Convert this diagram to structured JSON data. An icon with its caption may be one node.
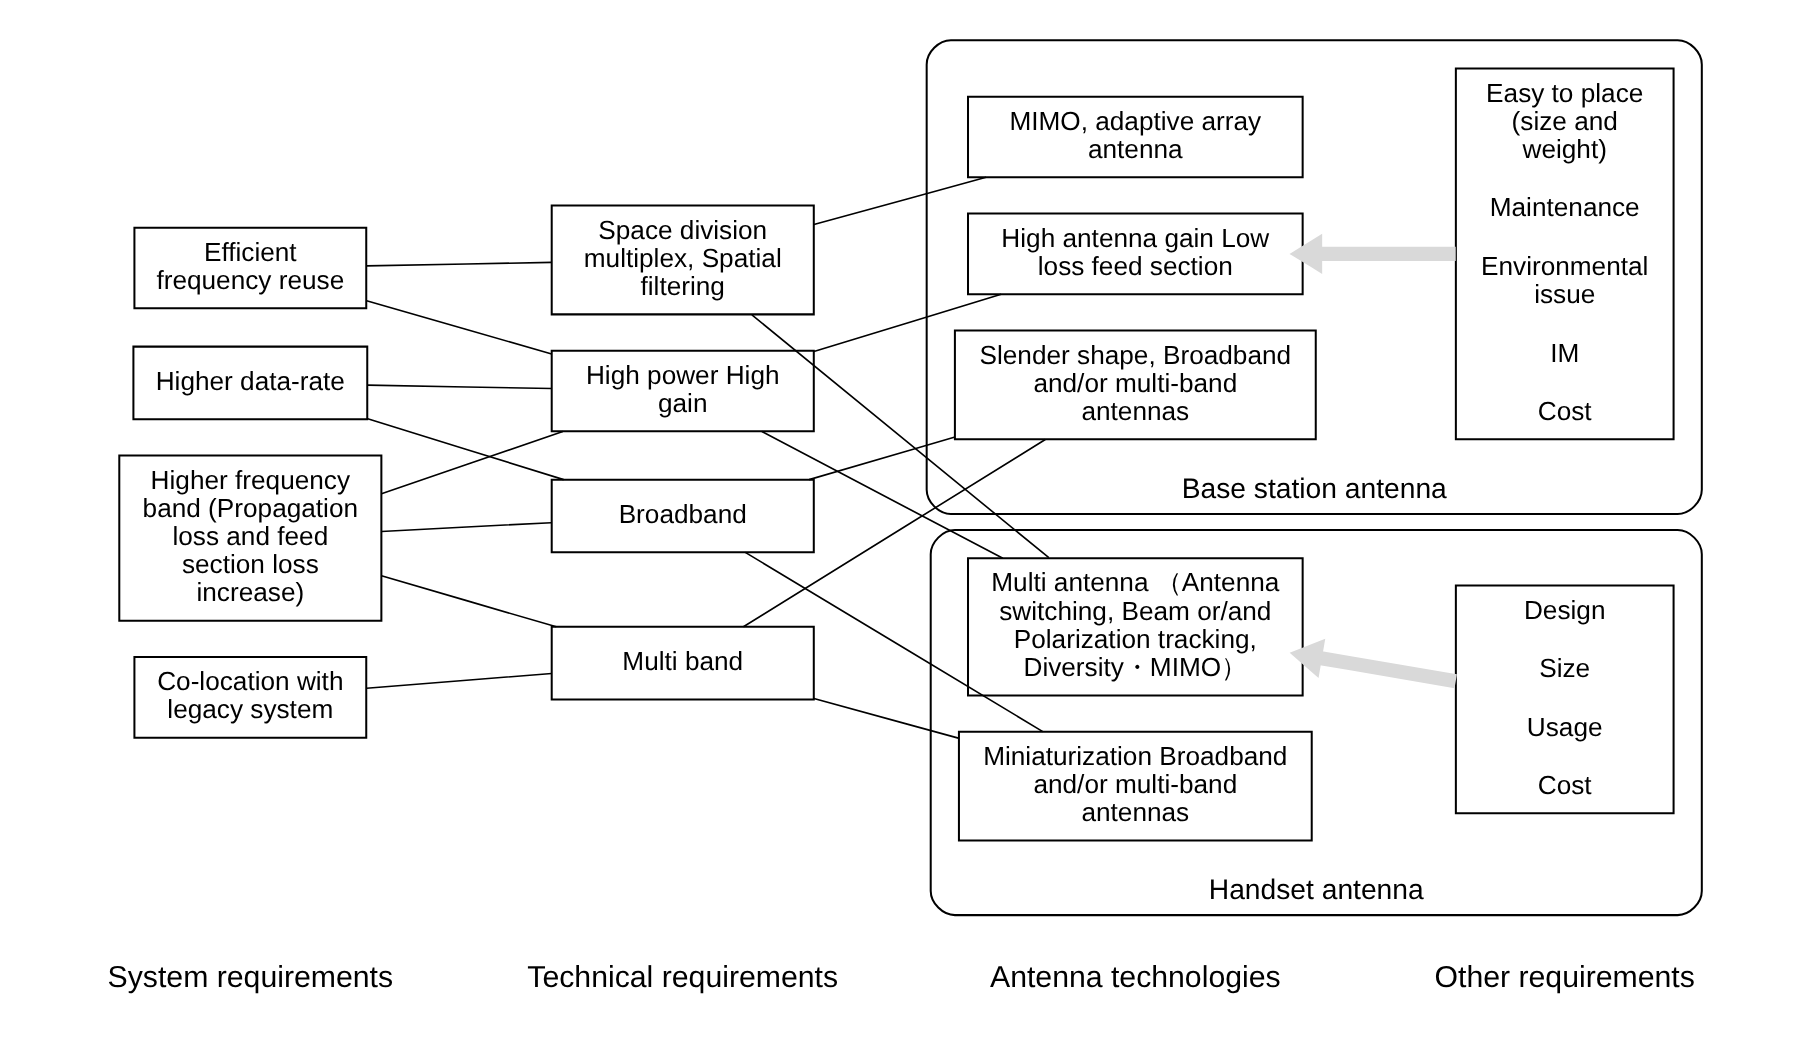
{
  "diagram": {
    "nodes": [
      {
        "text": [
          "Efficient frequency reuse"
        ]
      },
      {
        "text": [
          "Higher data-rate"
        ]
      },
      {
        "text": [
          "Higher frequency band (Propagation loss and feed section loss increase)"
        ]
      },
      {
        "text": [
          "Co-location with legacy system"
        ]
      },
      {
        "text": [
          "Space division multiplex, Spatial filtering"
        ]
      },
      {
        "text": [
          "High power High gain"
        ]
      },
      {
        "text": [
          "Broadband"
        ]
      },
      {
        "text": [
          "Multi band"
        ]
      },
      {
        "text": [
          "Base station antenna"
        ]
      },
      {
        "text": [
          "MIMO, adaptive array antenna"
        ],
        "in": 8
      },
      {
        "text": [
          "High antenna gain Low loss feed section"
        ],
        "in": 8
      },
      {
        "text": [
          "Slender shape, Broadband and/or multi-band antennas"
        ],
        "in": 8
      },
      {
        "text": [
          "Easy to place (size and weight)",
          "Maintenance",
          "Environmental issue",
          "IM",
          "Cost"
        ],
        "in": 8
      },
      {
        "text": [
          "Handset antenna"
        ]
      },
      {
        "text": [
          "Multi antenna （Antenna switching, Beam or/and Polarization tracking, Diversity・MIMO）"
        ],
        "in": 13
      },
      {
        "text": [
          "Miniaturization Broadband and/or multi-band antennas"
        ],
        "in": 13
      },
      {
        "text": [
          "Design",
          "Size",
          "Usage",
          "Cost"
        ],
        "in": 13
      }
    ],
    "edges": [
      {
        "from": 0,
        "to": 4,
        "arrow": "none"
      },
      {
        "from": 0,
        "to": 5,
        "arrow": "none"
      },
      {
        "from": 1,
        "to": 5,
        "arrow": "none"
      },
      {
        "from": 1,
        "to": 6,
        "arrow": "none"
      },
      {
        "from": 2,
        "to": 5,
        "arrow": "none"
      },
      {
        "from": 2,
        "to": 6,
        "arrow": "none"
      },
      {
        "from": 2,
        "to": 7,
        "arrow": "none"
      },
      {
        "from": 3,
        "to": 7,
        "arrow": "none"
      },
      {
        "from": 4,
        "to": 9,
        "arrow": "none"
      },
      {
        "from": 4,
        "to": 14,
        "arrow": "none"
      },
      {
        "from": 5,
        "to": 10,
        "arrow": "none"
      },
      {
        "from": 5,
        "to": 14,
        "arrow": "none"
      },
      {
        "from": 6,
        "to": 11,
        "arrow": "none"
      },
      {
        "from": 6,
        "to": 15,
        "arrow": "none"
      },
      {
        "from": 7,
        "to": 11,
        "arrow": "none"
      },
      {
        "from": 7,
        "to": 15,
        "arrow": "none"
      },
      {
        "from": 12,
        "to": 10,
        "arrow": "to",
        "style": "thick",
        "color": "#d9d9d9"
      },
      {
        "from": 16,
        "to": 14,
        "arrow": "to",
        "style": "thick",
        "color": "#d9d9d9"
      }
    ],
    "labels": [
      "System requirements",
      "Technical requirements",
      "Antenna technologies",
      "Other requirements"
    ]
  }
}
